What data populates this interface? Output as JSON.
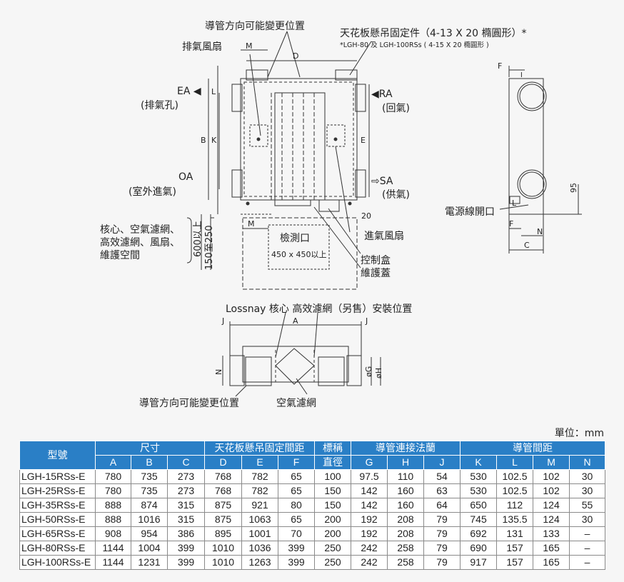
{
  "top_view": {
    "duct_direction_label": "導管方向可能變更位置",
    "exhaust_fan_label": "排氣風扇",
    "ceiling_fixture_label": "天花板懸吊固定件（4-13 X 20 橢圓形）*",
    "ceiling_fixture_note": "*LGH-80 及 LGH-100RSs ( 4-15 X 20 橢圓形 )",
    "ea_label": "EA",
    "ea_desc": "(排氣孔)",
    "ra_label": "RA",
    "ra_desc": "(回氣)",
    "oa_label": "OA",
    "oa_desc": "(室外進氣)",
    "sa_label": "SA",
    "sa_desc": "(供氣)",
    "maintenance_space_label": [
      "核心、空氣濾網、",
      "高效濾網、風扇、",
      "維護空間"
    ],
    "clearance_a": "600以上",
    "clearance_b": "150至250",
    "inspection_label": "檢測口",
    "inspection_size": "450 x 450以上",
    "intake_fan_label": "進氣風扇",
    "control_box_label": [
      "控制盒",
      "維護蓋"
    ],
    "dim_M": "M",
    "dim_D": "D",
    "dim_L": "L",
    "dim_B": "B",
    "dim_K": "K",
    "dim_E": "E",
    "dim_20": "20"
  },
  "side_view": {
    "power_opening_label": "電源線開口",
    "dim_F": "F",
    "dim_L": "L",
    "dim_95": "95",
    "dim_N": "N",
    "dim_C": "C",
    "dim_I": "I"
  },
  "front_view": {
    "core_filter_label": "Lossnay 核心   高效濾網（另售）安裝位置",
    "duct_direction_label": "導管方向可能變更位置",
    "air_filter_label": "空氣濾網",
    "dim_J": "J",
    "dim_A": "A",
    "dim_N": "N",
    "dim_G": "øG",
    "dim_H": "øH"
  },
  "table": {
    "unit": "單位：mm",
    "model_header": "型號",
    "group_size": "尺寸",
    "group_ceiling": "天花板懸吊固定間距",
    "group_nominal": [
      "標稱",
      "直徑"
    ],
    "group_flange": "導管連接法蘭",
    "group_pitch": "導管間距",
    "sub_headers": [
      "A",
      "B",
      "C",
      "D",
      "E",
      "F",
      "G",
      "H",
      "J",
      "K",
      "L",
      "M",
      "N"
    ],
    "rows": [
      [
        "LGH-15RSs-E",
        "780",
        "735",
        "273",
        "768",
        "782",
        "65",
        "100",
        "97.5",
        "110",
        "54",
        "530",
        "102.5",
        "102",
        "30"
      ],
      [
        "LGH-25RSs-E",
        "780",
        "735",
        "273",
        "768",
        "782",
        "65",
        "150",
        "142",
        "160",
        "63",
        "530",
        "102.5",
        "102",
        "30"
      ],
      [
        "LGH-35RSs-E",
        "888",
        "874",
        "315",
        "875",
        "921",
        "80",
        "150",
        "142",
        "160",
        "64",
        "650",
        "112",
        "124",
        "55"
      ],
      [
        "LGH-50RSs-E",
        "888",
        "1016",
        "315",
        "875",
        "1063",
        "65",
        "200",
        "192",
        "208",
        "79",
        "745",
        "135.5",
        "124",
        "30"
      ],
      [
        "LGH-65RSs-E",
        "908",
        "954",
        "386",
        "895",
        "1001",
        "70",
        "200",
        "192",
        "208",
        "79",
        "692",
        "131",
        "133",
        "–"
      ],
      [
        "LGH-80RSs-E",
        "1144",
        "1004",
        "399",
        "1010",
        "1036",
        "399",
        "250",
        "242",
        "258",
        "79",
        "690",
        "157",
        "165",
        "–"
      ],
      [
        "LGH-100RSs-E",
        "1144",
        "1231",
        "399",
        "1010",
        "1263",
        "399",
        "250",
        "242",
        "258",
        "79",
        "917",
        "157",
        "165",
        "–"
      ]
    ]
  }
}
